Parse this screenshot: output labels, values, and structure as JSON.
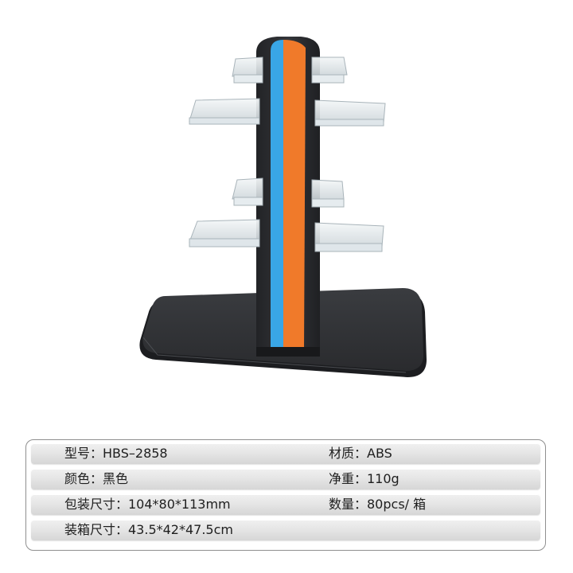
{
  "image": {
    "product": "acrylic eyewear display stand",
    "colors": {
      "pillar": "#2d2f33",
      "stripe_blue": "#39a6e6",
      "stripe_orange": "#f07a2a",
      "base": "#2f3134",
      "shelves": "#dfe6ea"
    }
  },
  "specs": {
    "rows": [
      {
        "left": "型号：HBS–2858",
        "right": "材质：ABS"
      },
      {
        "left": "颜色：黑色",
        "right": "净重：110g"
      },
      {
        "left": "包装尺寸：104*80*113mm",
        "right": "数量：80pcs/ 箱"
      },
      {
        "left": "装箱尺寸：43.5*42*47.5cm",
        "right": ""
      }
    ]
  }
}
